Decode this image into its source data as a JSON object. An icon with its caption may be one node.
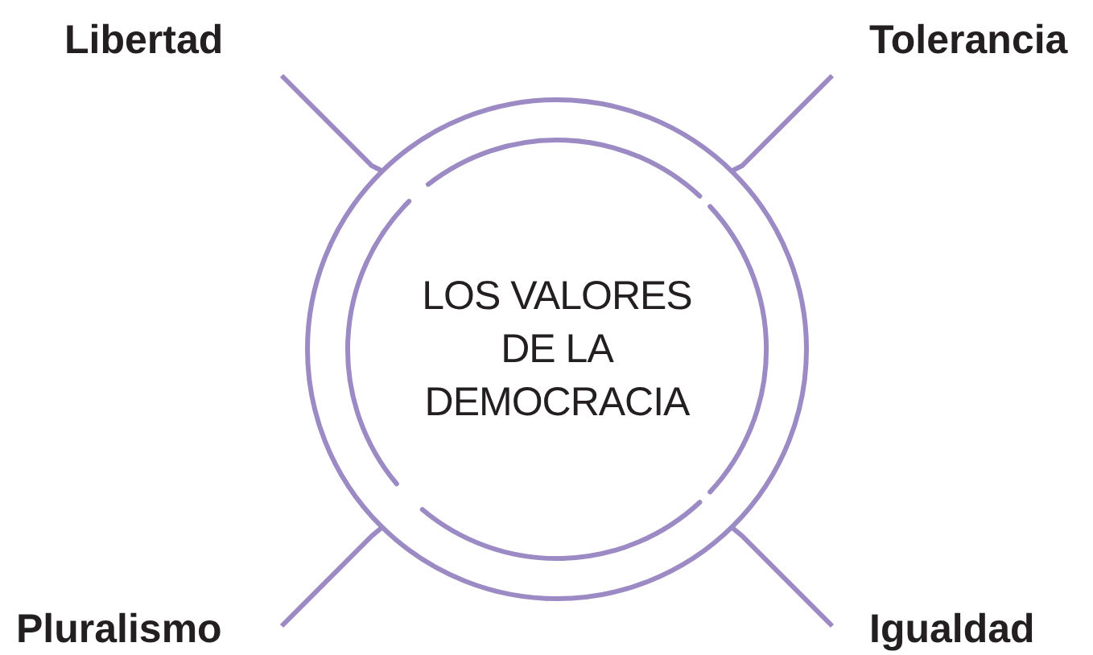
{
  "diagram": {
    "nodes": [
      {
        "text": [
          "Libertad"
        ]
      },
      {
        "text": [
          "Tolerancia"
        ]
      },
      {
        "text": [
          "LOS VALORES DE LA DEMOCRACIA"
        ]
      },
      {
        "text": [
          "Pluralismo"
        ]
      },
      {
        "text": [
          "Igualdad"
        ]
      }
    ],
    "edges": [
      {
        "from": 2,
        "to": 0,
        "arrow": "none"
      },
      {
        "from": 2,
        "to": 1,
        "arrow": "none"
      },
      {
        "from": 2,
        "to": 3,
        "arrow": "none"
      },
      {
        "from": 2,
        "to": 4,
        "arrow": "none"
      }
    ]
  }
}
